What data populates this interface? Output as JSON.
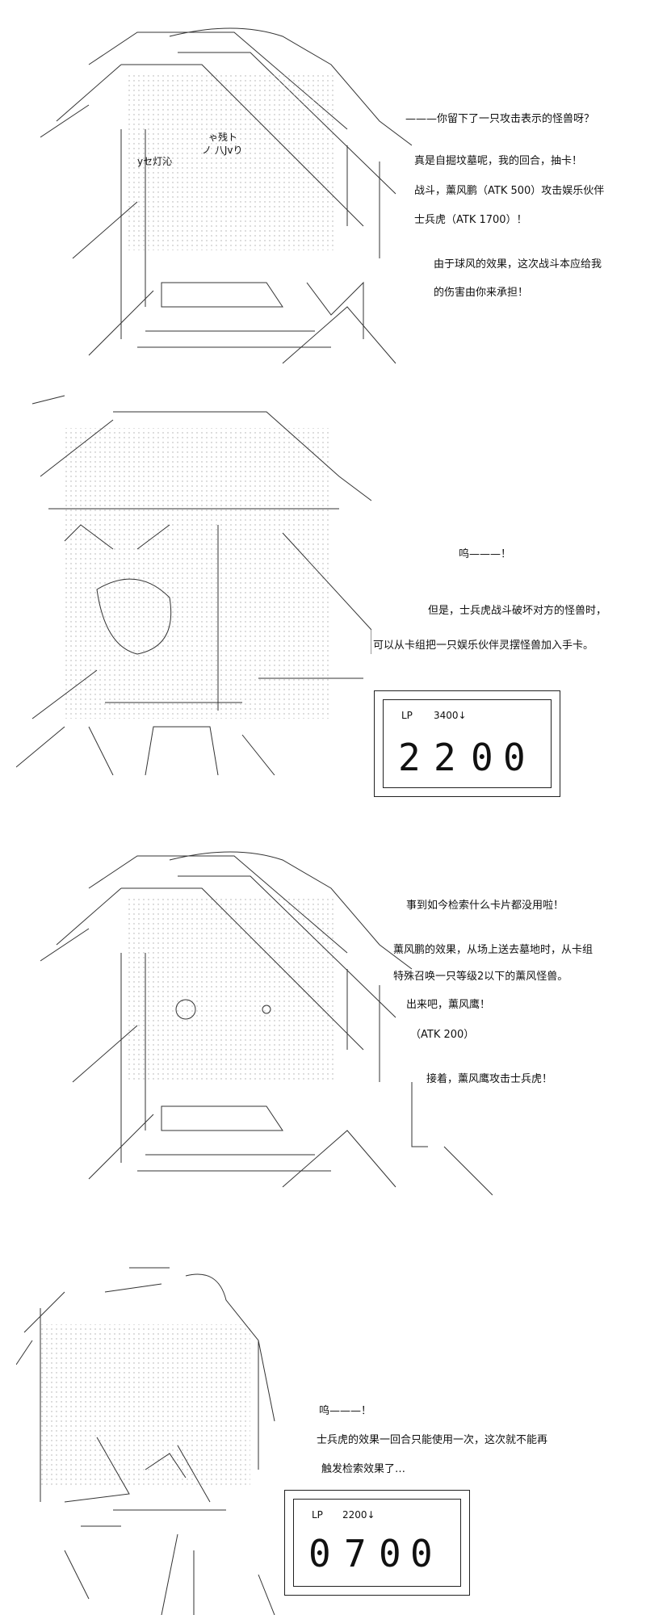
{
  "panels": [
    {
      "lines": [
        "———你留下了一只攻击表示的怪兽呀？",
        "真是自掘坟墓呢，我的回合，抽卡！",
        "战斗，薰风鹏（ATK 500）攻击娱乐伙伴",
        "士兵虎（ATK 1700）！",
        "由于球风的效果，这次战斗本应给我",
        "的伤害由你来承担！"
      ],
      "art_text": [
        "ゃ残ト",
        "ノ 八Jvり",
        "yセ灯沁"
      ]
    },
    {
      "lines": [
        "呜———！",
        "但是，士兵虎战斗破坏对方的怪兽时，",
        "可以从卡组把一只娱乐伙伴灵摆怪兽加入手卡。"
      ],
      "lp": {
        "label": "LP",
        "previous": "3400↓",
        "digits": [
          "2",
          "2",
          "0",
          "0"
        ]
      }
    },
    {
      "lines": [
        "事到如今检索什么卡片都没用啦！",
        "薰风鹏的效果，从场上送去墓地时，从卡组",
        "特殊召唤一只等级2以下的薰风怪兽。",
        "出来吧，薰风鹰！",
        "（ATK 200）",
        "接着，薰风鹰攻击士兵虎！"
      ]
    },
    {
      "lines": [
        "呜———！",
        "士兵虎的效果一回合只能使用一次，这次就不能再",
        "触发检索效果了…"
      ],
      "lp": {
        "label": "LP",
        "previous": "2200↓",
        "digits": [
          "0",
          "7",
          "0",
          "0"
        ]
      }
    }
  ]
}
